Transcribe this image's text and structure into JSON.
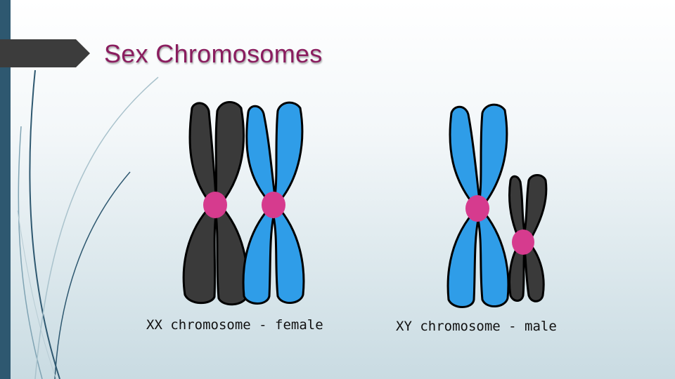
{
  "slide": {
    "title": "Sex Chromosomes"
  },
  "figures": [
    {
      "caption": "XX chromosome - female"
    },
    {
      "caption": "XY chromosome - male"
    }
  ],
  "colors": {
    "title": "#8a1d5f",
    "chromatid_dark": "#3a3a3a",
    "chromatid_blue": "#2f9de8",
    "centromere": "#d63b8e",
    "accent_bar": "#2e5870"
  }
}
